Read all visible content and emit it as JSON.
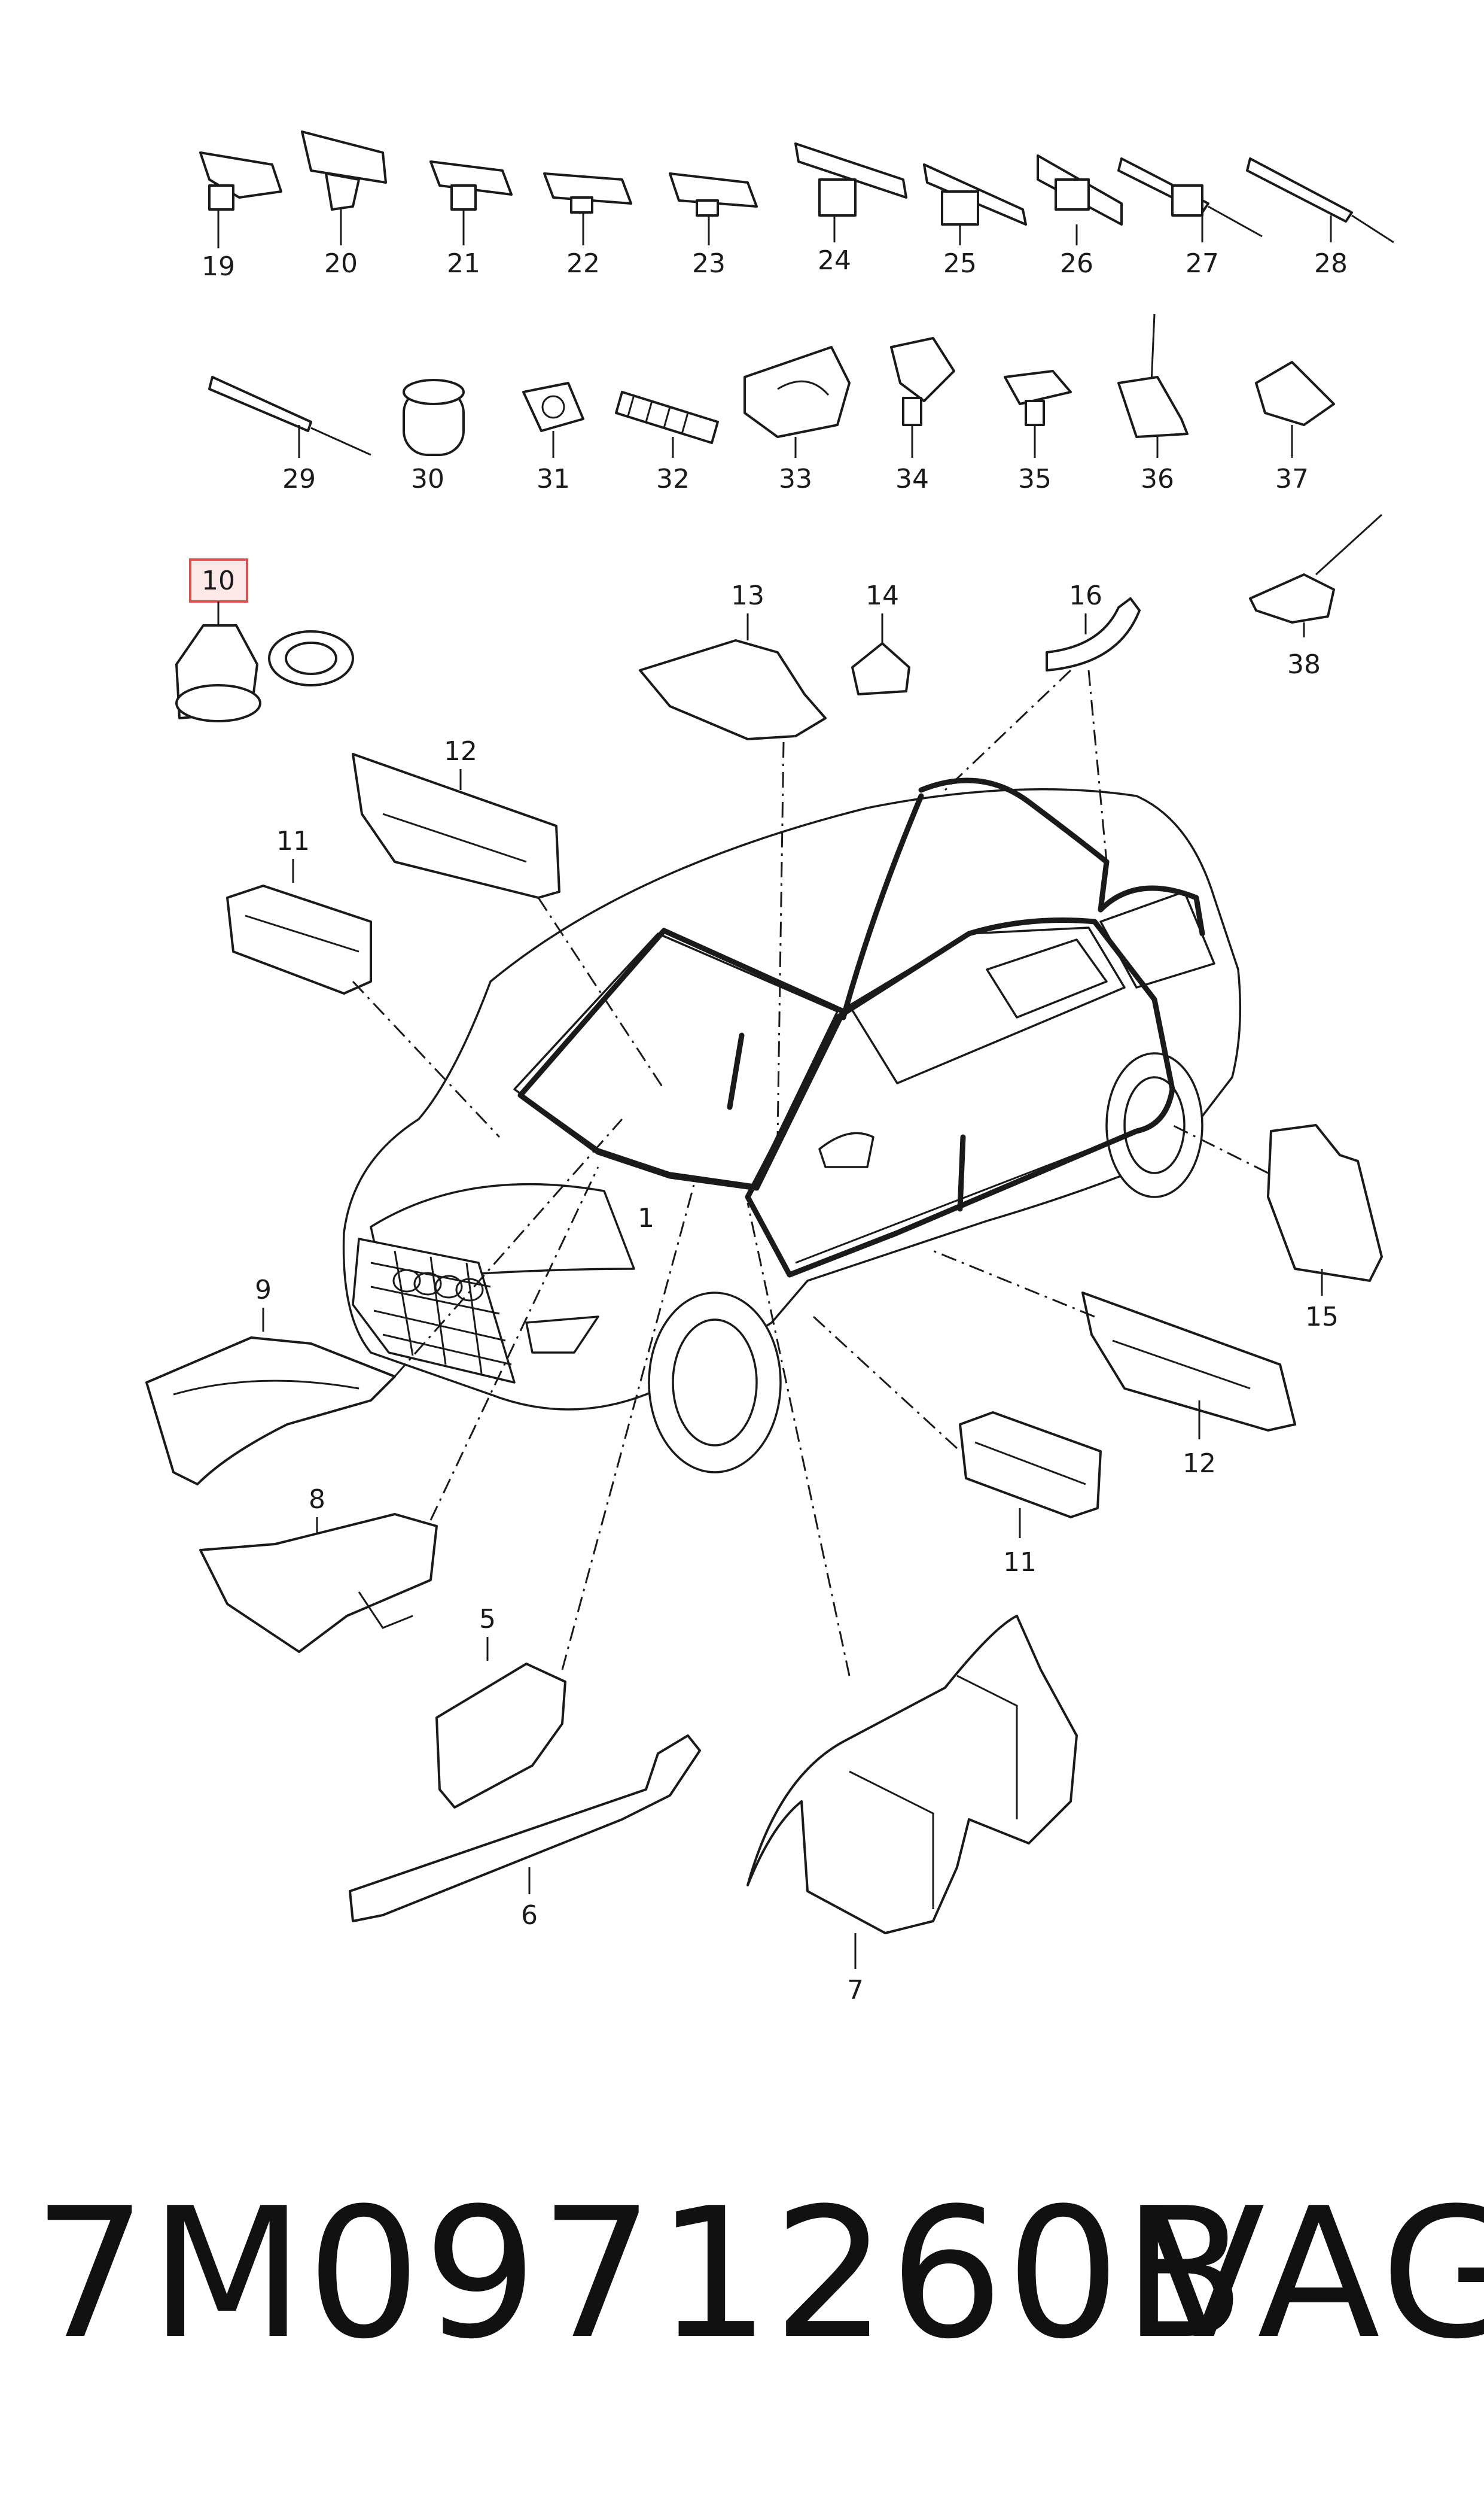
{
  "diagram": {
    "part_numbers": {
      "p1": "1",
      "p5": "5",
      "p6": "6",
      "p7": "7",
      "p8": "8",
      "p9": "9",
      "p10": "10",
      "p11a": "11",
      "p11b": "11",
      "p12a": "12",
      "p12b": "12",
      "p13": "13",
      "p14": "14",
      "p15": "15",
      "p16": "16",
      "p19": "19",
      "p20": "20",
      "p21": "21",
      "p22": "22",
      "p23": "23",
      "p24": "24",
      "p25": "25",
      "p26": "26",
      "p27": "27",
      "p28": "28",
      "p29": "29",
      "p30": "30",
      "p31": "31",
      "p32": "32",
      "p33": "33",
      "p34": "34",
      "p35": "35",
      "p36": "36",
      "p37": "37",
      "p38": "38"
    },
    "highlighted_part": "10",
    "highlight_color": "#d9534f"
  },
  "footer": {
    "part_code": "7M0971260B",
    "brand": "VAG"
  }
}
